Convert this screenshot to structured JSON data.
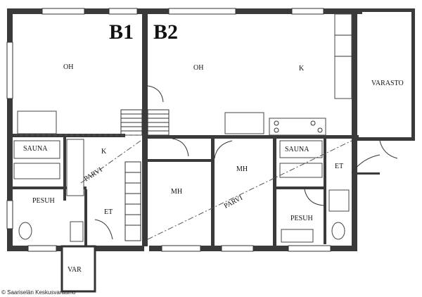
{
  "plan": {
    "unit_labels": [
      "B1",
      "B2"
    ],
    "rooms": {
      "oh_b1": "OH",
      "oh_b2": "OH",
      "k_b2": "K",
      "varasto": "VARASTO",
      "sauna_b1": "SAUNA",
      "k_b1": "K",
      "parvi_b1": "PARVI",
      "pesuh_b1": "PESUH",
      "et_b1": "ET",
      "var": "VAR",
      "mh_left": "MH",
      "mh_right": "MH",
      "parvi_b2": "PARVI",
      "sauna_b2": "SAUNA",
      "et_b2": "ET",
      "pesuh_b2": "PESUH"
    },
    "credit": "© Saariselän Keskusvaraamo"
  }
}
